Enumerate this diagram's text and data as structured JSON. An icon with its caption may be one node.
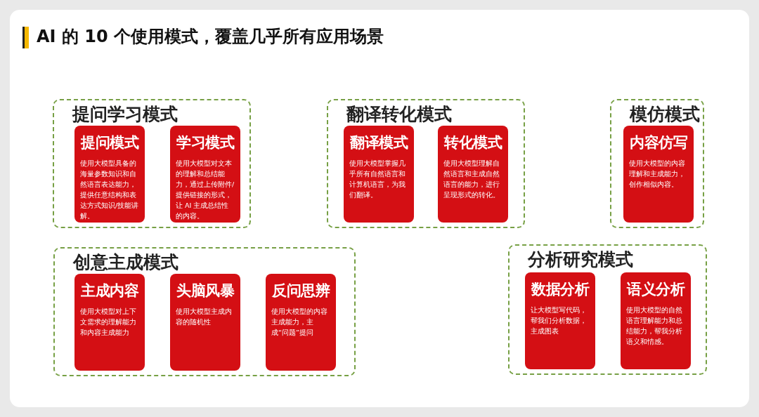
{
  "diagram": {
    "title": "AI 的 10 个使用模式，覆盖几乎所有应用场景",
    "nodes": [
      {
        "text": [
          "提问学习模式"
        ]
      },
      {
        "text": [
          "提问模式",
          "使用大模型具备的海量参数知识和自然语言表达能力，提供任意结构和表达方式知识/技能讲解。"
        ],
        "in": 0
      },
      {
        "text": [
          "学习模式",
          "使用大模型对文本的理解和总结能力，通过上传附件/提供链接的形式，让 AI 主成总结性的内容。"
        ],
        "in": 0
      },
      {
        "text": [
          "翻译转化模式"
        ]
      },
      {
        "text": [
          "翻译模式",
          "使用大模型掌握几乎所有自然语言和计算机语言，为我们翻译。"
        ],
        "in": 3
      },
      {
        "text": [
          "转化模式",
          "使用大模型理解自然语言和主成自然语言的能力，进行呈现形式的转化。"
        ],
        "in": 3
      },
      {
        "text": [
          "模仿模式"
        ]
      },
      {
        "text": [
          "内容仿写",
          "使用大模型的内容理解和主成能力，创作相似内容。"
        ],
        "in": 6
      },
      {
        "text": [
          "创意主成模式"
        ]
      },
      {
        "text": [
          "主成内容",
          "使用大模型对上下文需求的理解能力和内容主成能力"
        ],
        "in": 8
      },
      {
        "text": [
          "头脑风暴",
          "使用大模型主成内容的随机性"
        ],
        "in": 8
      },
      {
        "text": [
          "反问思辨",
          "使用大模型的内容主成能力，主成“问题”提问"
        ],
        "in": 8
      },
      {
        "text": [
          "分析研究模式"
        ]
      },
      {
        "text": [
          "数据分析",
          "让大模型写代码，帮我们分析数据，主成图表"
        ],
        "in": 12
      },
      {
        "text": [
          "语义分析",
          "使用大模型的自然语言理解能力和总结能力，帮我分析语义和情感。"
        ],
        "in": 12
      }
    ]
  }
}
